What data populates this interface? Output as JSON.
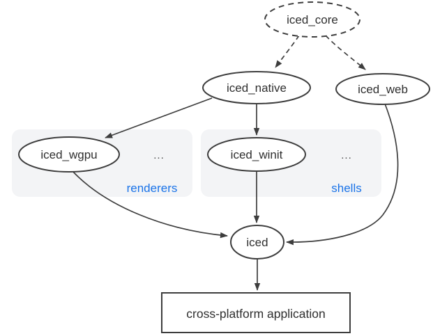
{
  "diagram": {
    "description": "Dependency graph of the iced GUI library ecosystem",
    "colors": {
      "stroke": "#3d3d3d",
      "text": "#2f2f2f",
      "group_fill": "#f3f4f6",
      "group_label": "#1a73e8",
      "node_fill": "#ffffff",
      "background": "#ffffff"
    },
    "nodes": {
      "iced_core": {
        "label": "iced_core",
        "shape": "ellipse",
        "border": "dashed"
      },
      "iced_native": {
        "label": "iced_native",
        "shape": "ellipse",
        "border": "solid"
      },
      "iced_web": {
        "label": "iced_web",
        "shape": "ellipse",
        "border": "solid"
      },
      "iced_wgpu": {
        "label": "iced_wgpu",
        "shape": "ellipse",
        "border": "solid"
      },
      "iced_winit": {
        "label": "iced_winit",
        "shape": "ellipse",
        "border": "solid"
      },
      "iced": {
        "label": "iced",
        "shape": "ellipse",
        "border": "solid"
      },
      "app": {
        "label": "cross-platform application",
        "shape": "rectangle",
        "border": "solid"
      }
    },
    "groups": {
      "renderers": {
        "label": "renderers",
        "ellipsis": "...",
        "contains": [
          "iced_wgpu"
        ]
      },
      "shells": {
        "label": "shells",
        "ellipsis": "...",
        "contains": [
          "iced_winit"
        ]
      }
    },
    "edges": [
      {
        "from": "iced_core",
        "to": "iced_native",
        "style": "dashed"
      },
      {
        "from": "iced_core",
        "to": "iced_web",
        "style": "dashed"
      },
      {
        "from": "iced_native",
        "to": "iced_wgpu",
        "style": "solid"
      },
      {
        "from": "iced_native",
        "to": "iced_winit",
        "style": "solid"
      },
      {
        "from": "iced_wgpu",
        "to": "iced",
        "style": "solid"
      },
      {
        "from": "iced_winit",
        "to": "iced",
        "style": "solid"
      },
      {
        "from": "iced_web",
        "to": "iced",
        "style": "solid"
      },
      {
        "from": "iced",
        "to": "app",
        "style": "solid"
      }
    ]
  }
}
